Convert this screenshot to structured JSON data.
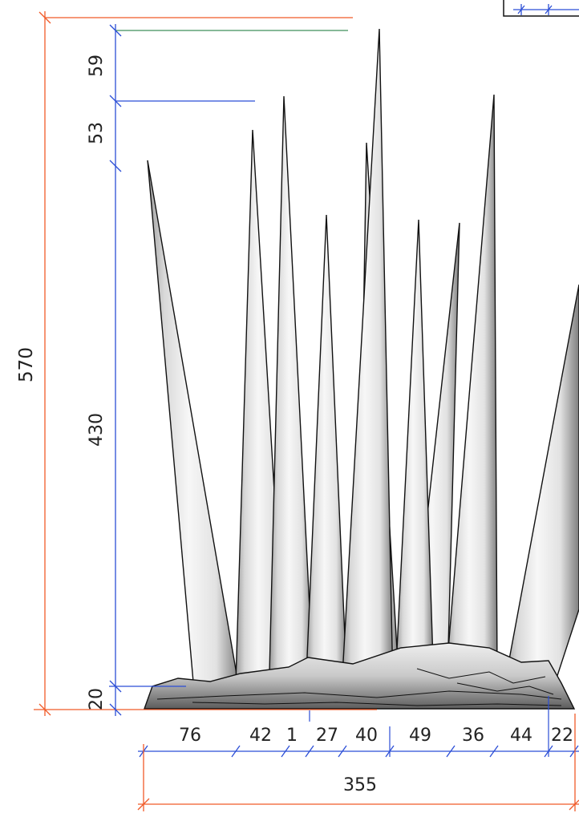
{
  "colors": {
    "background": "#ffffff",
    "overall_dimension": "#f05a28",
    "partial_dimension": "#2b4ed6",
    "leader_green": "#3f8f5a",
    "outline": "#111111",
    "surface_light": "#f4f4f4",
    "surface_mid": "#d6d6d6",
    "surface_dark": "#8c8c8c"
  },
  "dimensions": {
    "overall_height": "570",
    "top_segment_a": "59",
    "top_segment_b": "53",
    "main_height": "430",
    "base_height": "20",
    "overall_width": "355",
    "width_segments": [
      "76",
      "42",
      "1",
      "27",
      "40",
      "49",
      "36",
      "44",
      "22"
    ]
  },
  "icons": {
    "corner_box": "corner-box-icon"
  }
}
